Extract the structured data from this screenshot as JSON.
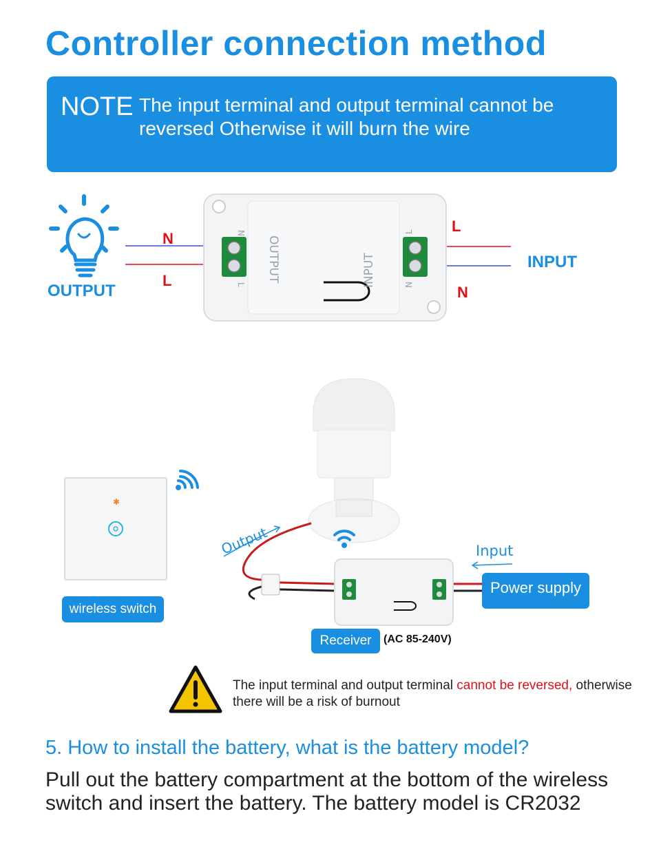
{
  "title": "Controller connection method",
  "note": {
    "tag": "NOTE",
    "text": "The input terminal and output terminal cannot be reversed Otherwise it will burn the wire"
  },
  "wiring": {
    "output_label": "OUTPUT",
    "input_label": "INPUT",
    "left_top": "N",
    "left_bottom": "L",
    "right_top": "L",
    "right_bottom": "N",
    "device_output_text": "OUTPUT",
    "device_input_text": "INPUT",
    "terminal_left_a": "N",
    "terminal_left_b": "L",
    "terminal_right_a": "L",
    "terminal_right_b": "N"
  },
  "scene": {
    "switch_label": "wireless switch",
    "output_arrow_label": "Output",
    "input_arrow_label": "Input",
    "power_supply_label": "Power supply",
    "receiver_label": "Receiver",
    "voltage": "(AC 85-240V)"
  },
  "warning": {
    "text_start": "The input terminal and output terminal ",
    "text_red": "cannot be reversed,",
    "text_end": " otherwise there will be a risk of burnout"
  },
  "faq": {
    "question": "5. How to install the battery, what is the battery model?",
    "answer": "Pull out the battery compartment at the bottom of the wireless switch and insert the battery. The battery model is CR2032"
  },
  "colors": {
    "accent": "#1a8ee0",
    "warning_red": "#e0101a",
    "terminal_green": "#1e8a3c"
  }
}
